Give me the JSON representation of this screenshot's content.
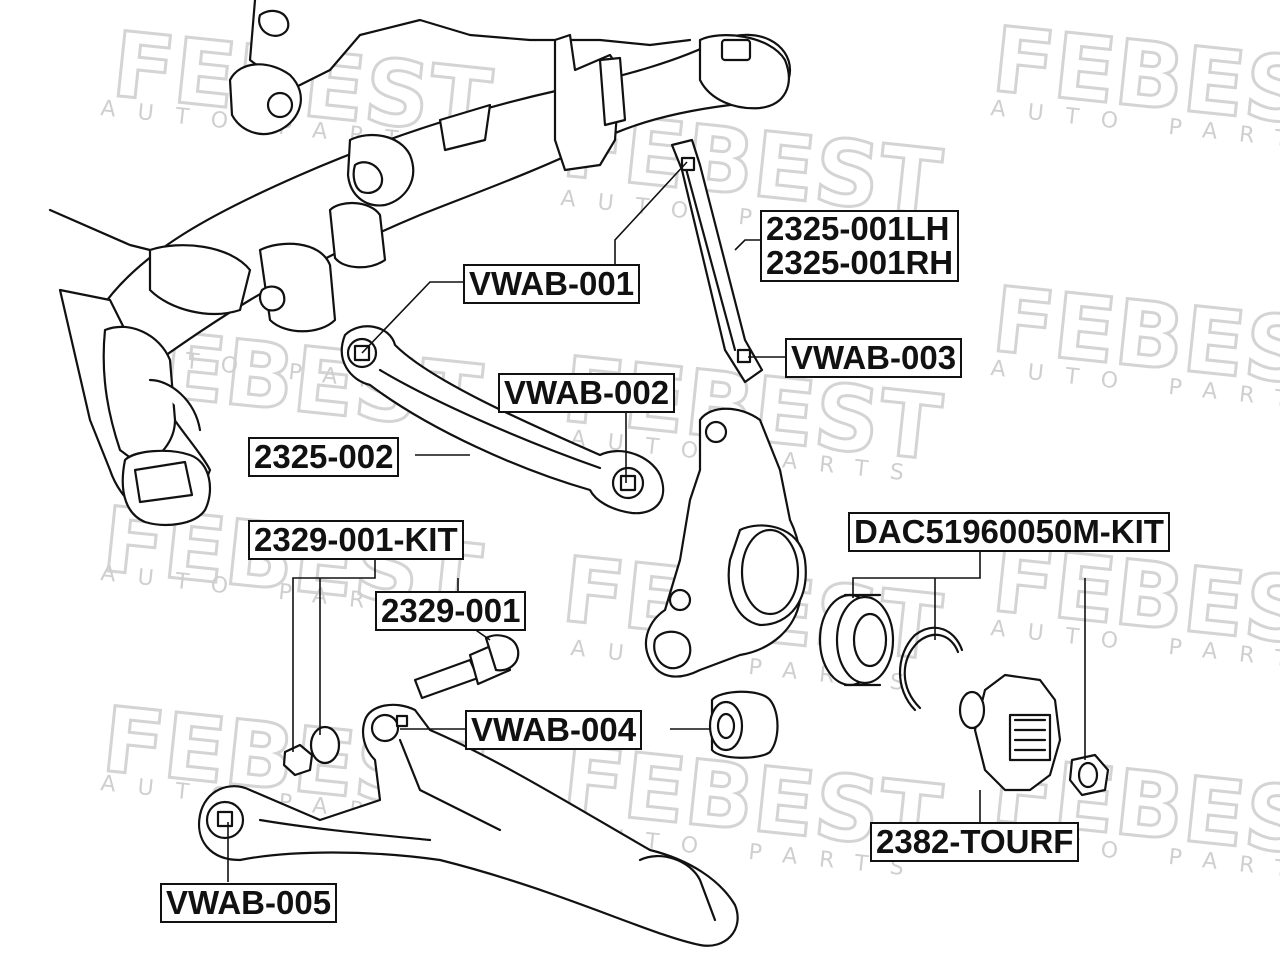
{
  "watermark": {
    "brand": "FEBEST",
    "tagline": "AUTO PARTS"
  },
  "labels": {
    "vwab_001": "VWAB-001",
    "lh": "2325-001LH",
    "rh": "2325-001RH",
    "vwab_003": "VWAB-003",
    "vwab_002": "VWAB-002",
    "p2325_002": "2325-002",
    "kit_2329": "2329-001-KIT",
    "p2329_001": "2329-001",
    "dac_kit": "DAC51960050M-KIT",
    "vwab_004": "VWAB-004",
    "tourf": "2382-TOURF",
    "vwab_005": "VWAB-005"
  },
  "colors": {
    "line": "#111111",
    "watermark": "#d6d6d6",
    "background": "#ffffff"
  }
}
